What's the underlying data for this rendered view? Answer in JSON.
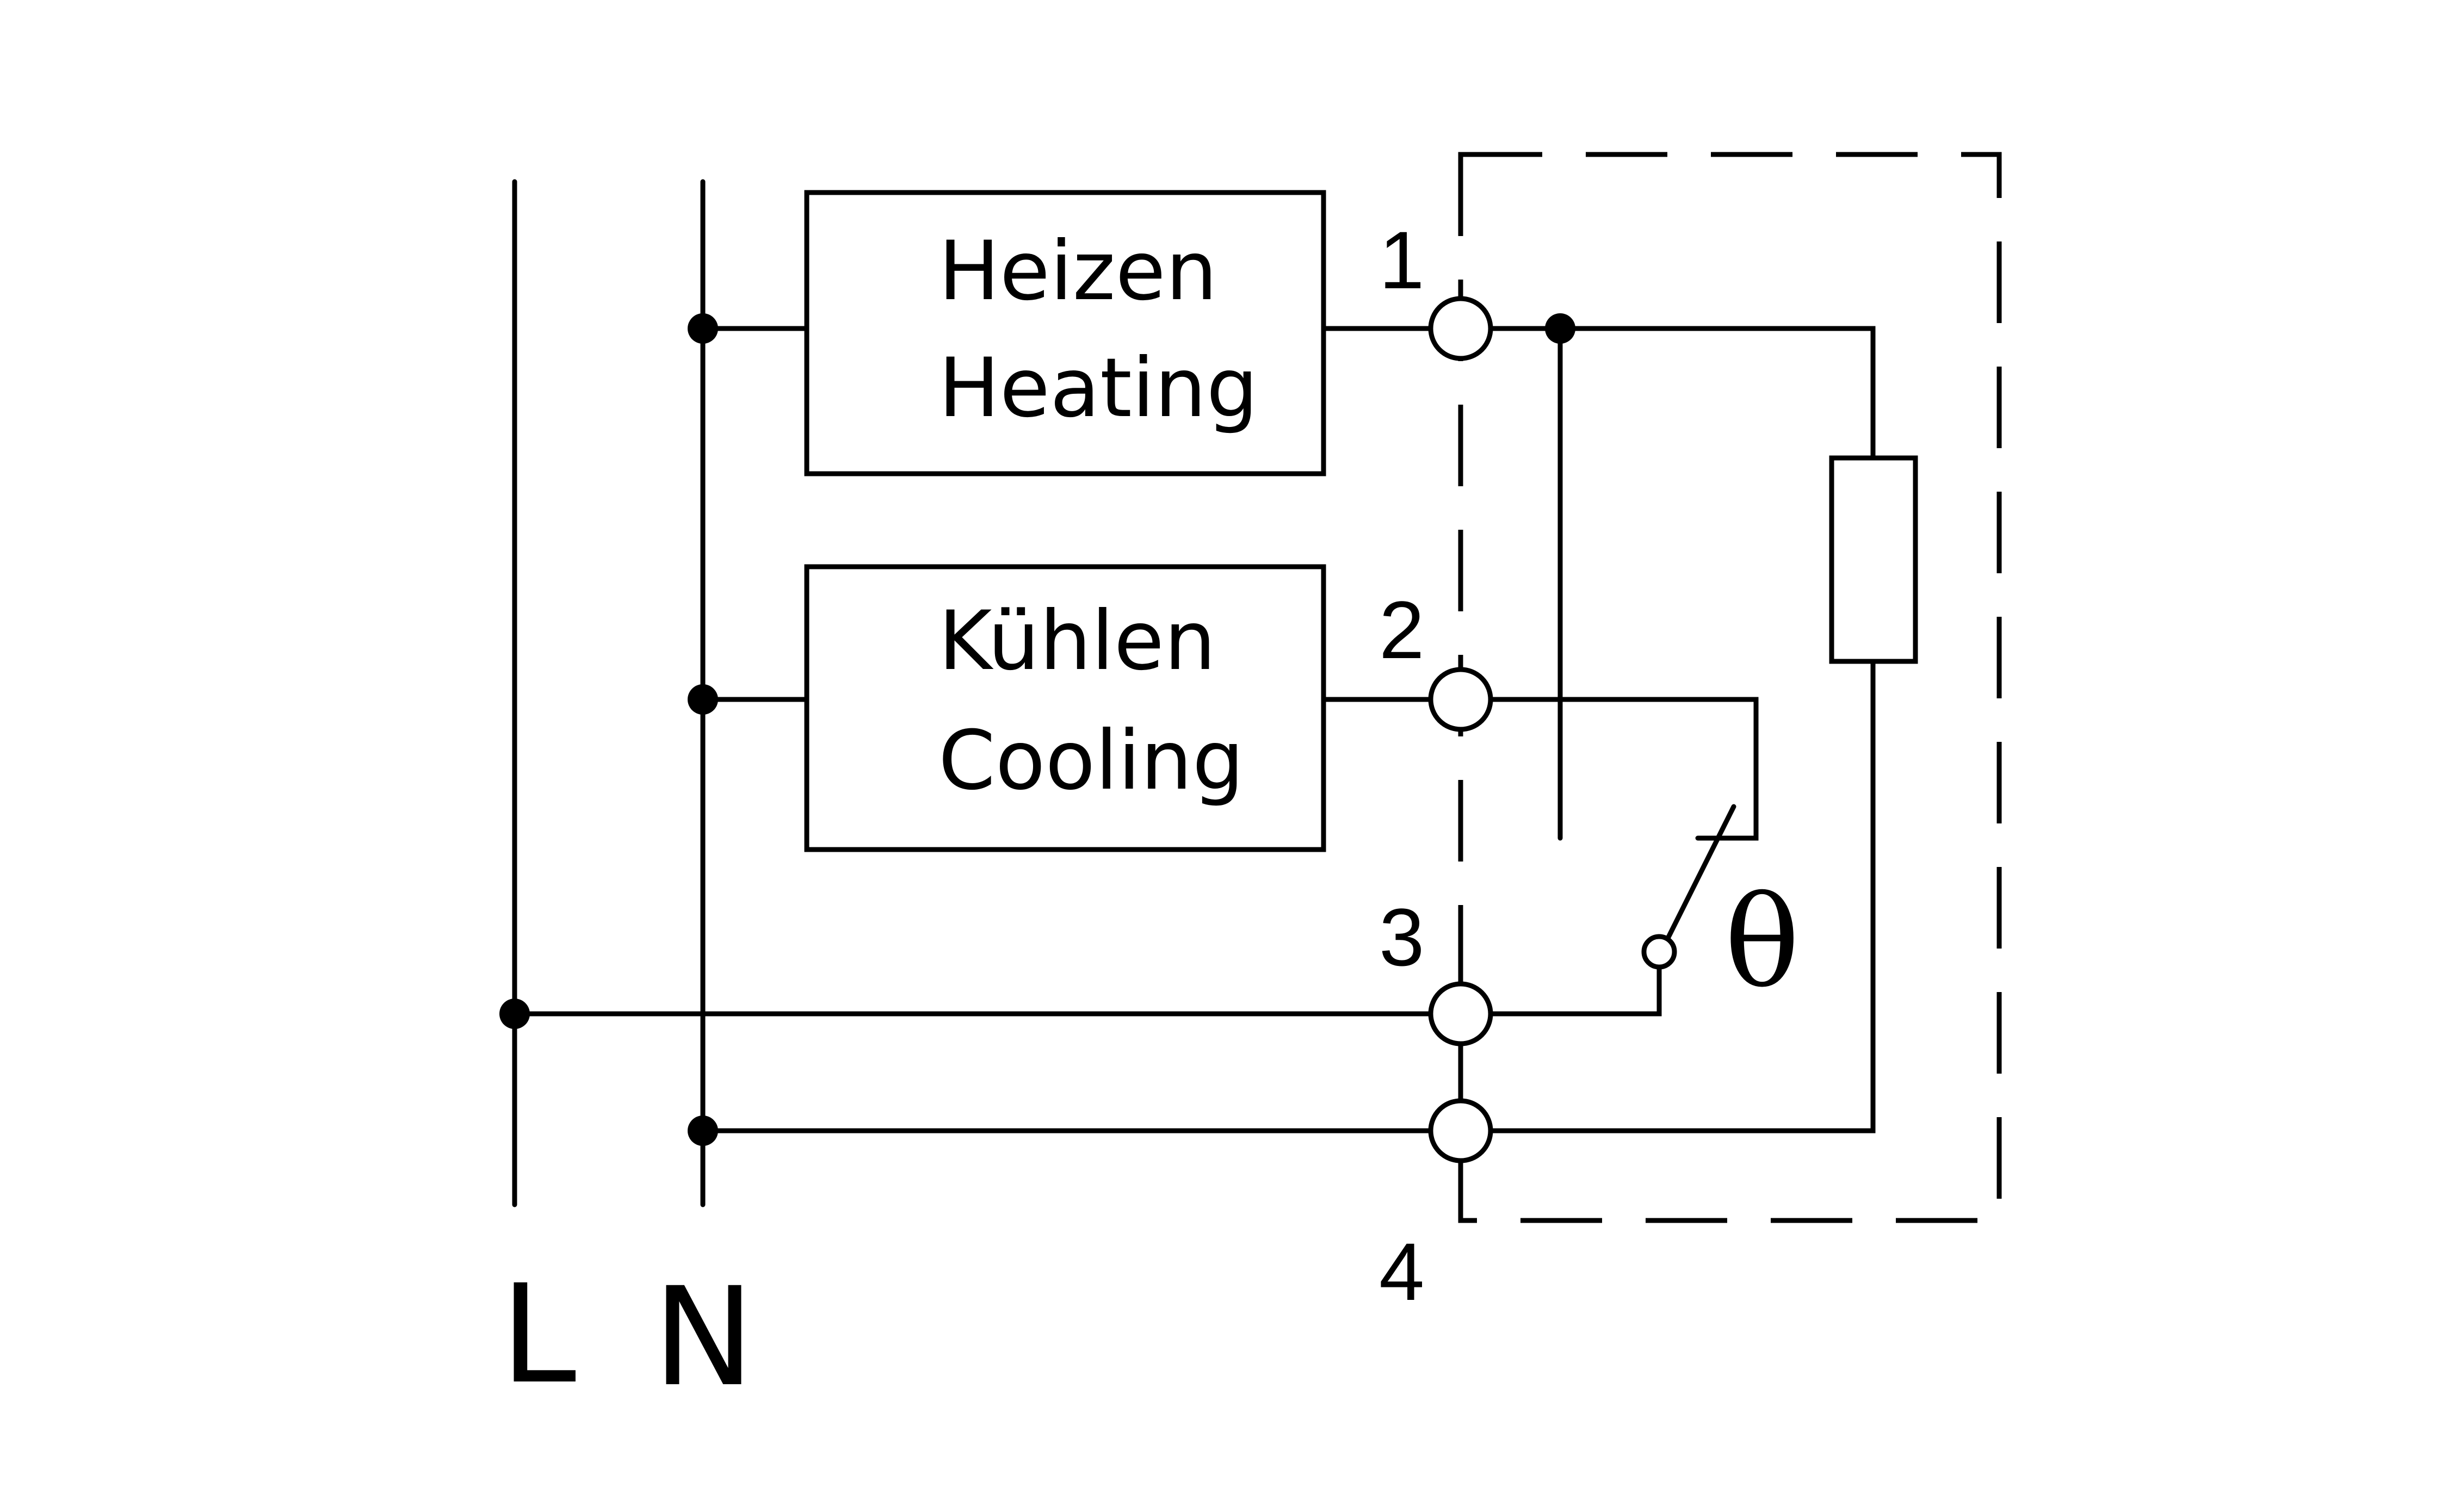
{
  "diagram": {
    "type": "wiring-diagram",
    "supply_lines": [
      {
        "id": "L",
        "label": "L"
      },
      {
        "id": "N",
        "label": "N"
      }
    ],
    "loads": [
      {
        "id": "heating",
        "label_de": "Heizen",
        "label_en": "Heating",
        "terminal": "1"
      },
      {
        "id": "cooling",
        "label_de": "Kühlen",
        "label_en": "Cooling",
        "terminal": "2"
      }
    ],
    "terminals": [
      "1",
      "2",
      "3",
      "4"
    ],
    "thermostat_symbol": "θ",
    "components": [
      "terminal-block",
      "changeover-switch",
      "resistor",
      "dashed-enclosure"
    ],
    "icons": {
      "temperature": "theta-icon"
    }
  }
}
